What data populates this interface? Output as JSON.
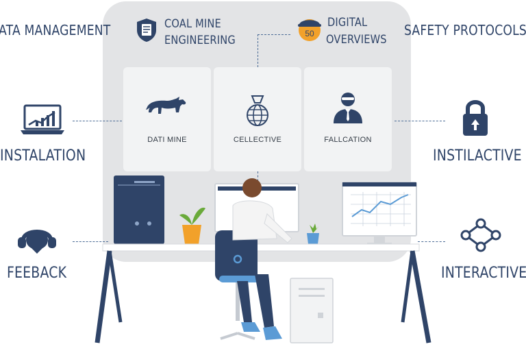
{
  "labels": {
    "data_management": "ATA MANAGEMENT",
    "coal_mine_line1": "COAL MINE",
    "coal_mine_line2": "ENGINEERING",
    "digital_line1": "DIGITAL",
    "digital_line2": "OVERVIEWS",
    "safety_protocols": "SAFETY PROTOCOLS",
    "installation": "INSTALATION",
    "instilactive": "INSTILACTIVE",
    "feedback": "FEEBACK",
    "interactive": "INTERACTIVE"
  },
  "badge_number": "50",
  "cards": [
    {
      "caption": "DATI MINE",
      "icon": "bull-icon"
    },
    {
      "caption": "CELLECTIVE",
      "icon": "globe-trophy-icon"
    },
    {
      "caption": "FALLCATION",
      "icon": "businessman-icon"
    }
  ],
  "colors": {
    "navy": "#2f4468",
    "wall": "#e3e4e6",
    "card": "#f2f3f4",
    "accent_orange": "#f2a12a",
    "accent_blue": "#5b9bd5"
  }
}
